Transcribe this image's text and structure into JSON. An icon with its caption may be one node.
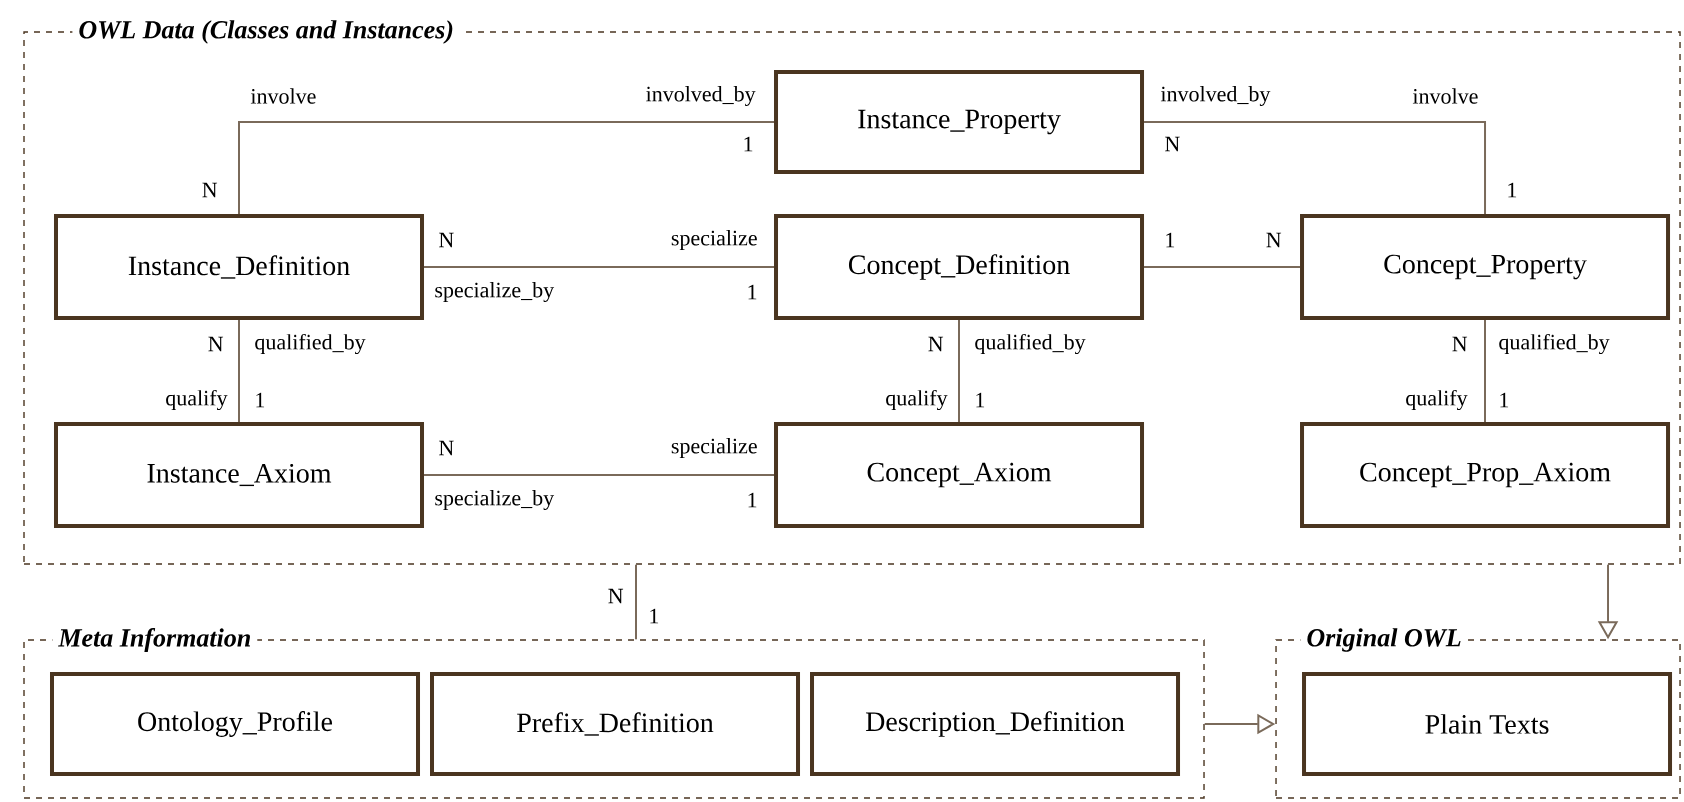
{
  "diagram": {
    "nodes": [
      {
        "text": [
          "OWL Data (Classes and Instances)"
        ]
      },
      {
        "text": [
          "Instance_Property"
        ],
        "in": 0
      },
      {
        "text": [
          "Instance_Definition"
        ],
        "in": 0
      },
      {
        "text": [
          "Concept_Definition"
        ],
        "in": 0
      },
      {
        "text": [
          "Concept_Property"
        ],
        "in": 0
      },
      {
        "text": [
          "Instance_Axiom"
        ],
        "in": 0
      },
      {
        "text": [
          "Concept_Axiom"
        ],
        "in": 0
      },
      {
        "text": [
          "Concept_Prop_Axiom"
        ],
        "in": 0
      },
      {
        "text": [
          "Meta Information"
        ]
      },
      {
        "text": [
          "Ontology_Profile"
        ],
        "in": 8
      },
      {
        "text": [
          "Prefix_Definition"
        ],
        "in": 8
      },
      {
        "text": [
          "Description_Definition"
        ],
        "in": 8
      },
      {
        "text": [
          "Original OWL"
        ]
      },
      {
        "text": [
          "Plain Texts"
        ],
        "in": 12
      }
    ],
    "edges": [
      {
        "from": 2,
        "to": 1,
        "arrow": "none"
      },
      {
        "from": 1,
        "to": 4,
        "arrow": "none"
      },
      {
        "from": 2,
        "to": 3,
        "arrow": "none"
      },
      {
        "from": 3,
        "to": 4,
        "arrow": "none"
      },
      {
        "from": 2,
        "to": 5,
        "arrow": "none"
      },
      {
        "from": 3,
        "to": 6,
        "arrow": "none"
      },
      {
        "from": 4,
        "to": 7,
        "arrow": "none"
      },
      {
        "from": 5,
        "to": 6,
        "arrow": "none"
      },
      {
        "from": 0,
        "to": 8,
        "arrow": "none"
      },
      {
        "from": 0,
        "to": 12,
        "arrow": "to"
      },
      {
        "from": 8,
        "to": 12,
        "arrow": "to"
      }
    ],
    "labels": [
      "involve",
      "involved_by",
      "involved_by",
      "involve",
      "1",
      "N",
      "N",
      "1",
      "N",
      "specialize",
      "1",
      "N",
      "specialize_by",
      "1",
      "N",
      "qualified_by",
      "N",
      "qualified_by",
      "N",
      "qualified_by",
      "qualify",
      "1",
      "qualify",
      "1",
      "qualify",
      "1",
      "N",
      "specialize",
      "specialize_by",
      "1",
      "N",
      "1"
    ]
  }
}
